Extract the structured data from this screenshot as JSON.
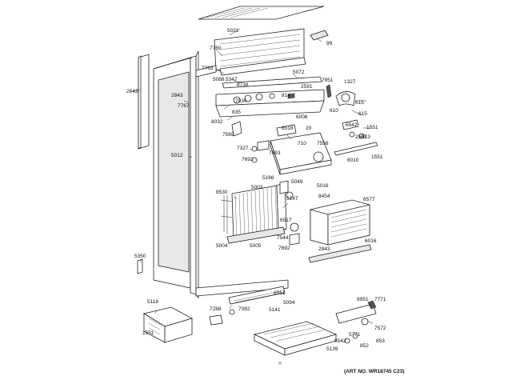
{
  "diagram": {
    "art_number": "(ART NO. WR18745 C23)",
    "labels": [
      {
        "id": "5021",
        "text": "5021"
      },
      {
        "id": "99",
        "text": "99"
      },
      {
        "id": "7760",
        "text": "7760"
      },
      {
        "id": "7763",
        "text": "7763"
      },
      {
        "id": "2843_left",
        "text": "2843"
      },
      {
        "id": "5088",
        "text": "5088"
      },
      {
        "id": "5347",
        "text": "5347"
      },
      {
        "id": "5072",
        "text": "5072"
      },
      {
        "id": "8738",
        "text": "8738"
      },
      {
        "id": "7951",
        "text": "7951"
      },
      {
        "id": "1327",
        "text": "1327"
      },
      {
        "id": "2591",
        "text": "2591"
      },
      {
        "id": "2843_mid",
        "text": "2843"
      },
      {
        "id": "7036",
        "text": "7036"
      },
      {
        "id": "814",
        "text": "814"
      },
      {
        "id": "615_a",
        "text": "615"
      },
      {
        "id": "7767",
        "text": "7767"
      },
      {
        "id": "835",
        "text": "835"
      },
      {
        "id": "610",
        "text": "610"
      },
      {
        "id": "615_b",
        "text": "615"
      },
      {
        "id": "6008",
        "text": "6008"
      },
      {
        "id": "8032",
        "text": "8032"
      },
      {
        "id": "6518",
        "text": "6518"
      },
      {
        "id": "20",
        "text": "20"
      },
      {
        "id": "6542",
        "text": "6542"
      },
      {
        "id": "1551_a",
        "text": "1551"
      },
      {
        "id": "7569",
        "text": "7569"
      },
      {
        "id": "710",
        "text": "710"
      },
      {
        "id": "2507",
        "text": "2507"
      },
      {
        "id": "613",
        "text": "613"
      },
      {
        "id": "7327",
        "text": "7327"
      },
      {
        "id": "7593",
        "text": "7593"
      },
      {
        "id": "7556",
        "text": "7556"
      },
      {
        "id": "5012",
        "text": "5012"
      },
      {
        "id": "7692_a",
        "text": "7692"
      },
      {
        "id": "6010",
        "text": "6010"
      },
      {
        "id": "1551_b",
        "text": "1551"
      },
      {
        "id": "5166",
        "text": "5166"
      },
      {
        "id": "5049",
        "text": "5049"
      },
      {
        "id": "5016",
        "text": "5016"
      },
      {
        "id": "5003",
        "text": "5003"
      },
      {
        "id": "8530",
        "text": "8530"
      },
      {
        "id": "5147",
        "text": "5147"
      },
      {
        "id": "8454",
        "text": "8454"
      },
      {
        "id": "6577",
        "text": "6577"
      },
      {
        "id": "6517",
        "text": "6517"
      },
      {
        "id": "7544",
        "text": "7544"
      },
      {
        "id": "6016",
        "text": "6016"
      },
      {
        "id": "5004",
        "text": "5004"
      },
      {
        "id": "5005",
        "text": "5005"
      },
      {
        "id": "7692_b",
        "text": "7692"
      },
      {
        "id": "2843_right",
        "text": "2843"
      },
      {
        "id": "5350",
        "text": "5350"
      },
      {
        "id": "6551",
        "text": "6551"
      },
      {
        "id": "5118",
        "text": "5118"
      },
      {
        "id": "7288",
        "text": "7288"
      },
      {
        "id": "7082",
        "text": "7082"
      },
      {
        "id": "5141",
        "text": "5141"
      },
      {
        "id": "5094",
        "text": "5094"
      },
      {
        "id": "8951",
        "text": "8951"
      },
      {
        "id": "7771",
        "text": "7771"
      },
      {
        "id": "1551_c",
        "text": "1551"
      },
      {
        "id": "7572",
        "text": "7572"
      },
      {
        "id": "8542",
        "text": "8542"
      },
      {
        "id": "5771",
        "text": "5771"
      },
      {
        "id": "5139",
        "text": "5139"
      },
      {
        "id": "852",
        "text": "852"
      },
      {
        "id": "853",
        "text": "853"
      }
    ]
  }
}
